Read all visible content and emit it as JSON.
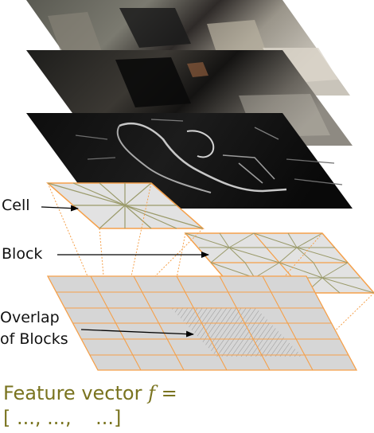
{
  "labels": {
    "cell": "Cell",
    "block": "Block",
    "overlap_line1": "Overlap",
    "overlap_line2": "of Blocks"
  },
  "feature": {
    "prefix": "Feature vector ",
    "symbol": "f",
    "suffix": " =",
    "vector": "[ ..., ...,    ...]"
  },
  "colors": {
    "orange": "#f5a04a",
    "gray_fill": "#d6d6d6",
    "olive_text": "#7a7420",
    "arrows": "#000000"
  },
  "layers": [
    "original-image-layer",
    "grayscale-image-layer",
    "gradient-magnitude-layer"
  ]
}
